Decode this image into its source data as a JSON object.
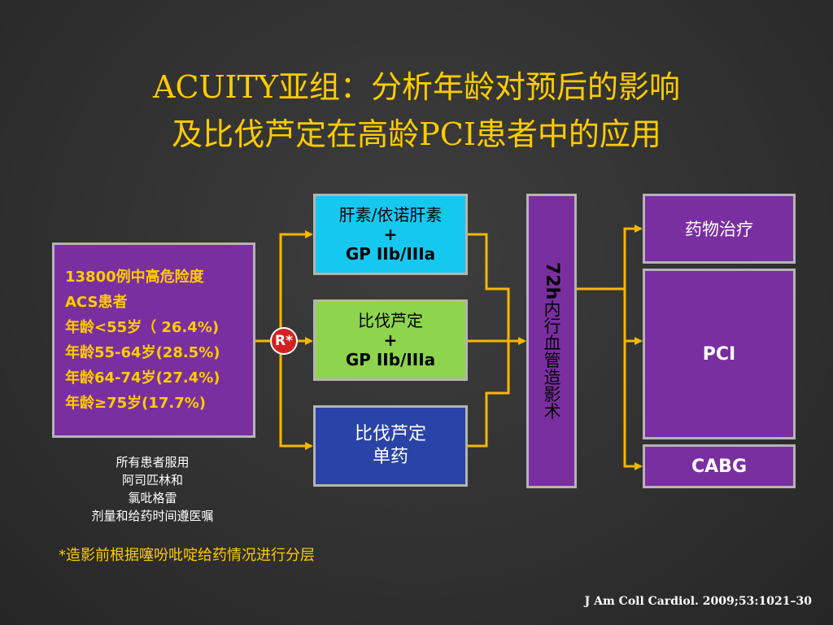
{
  "title": {
    "line1": "ACUITY亚组：分析年龄对预后的影响",
    "line2": "及比伐芦定在高龄PCI患者中的应用"
  },
  "patients": {
    "lines": [
      "13800例中高危险度",
      "ACS患者",
      "年龄<55岁（ 26.4%)",
      "年龄55-64岁(28.5%)",
      "年龄64-74岁(27.4%)",
      "年龄≥75岁(17.7%)"
    ]
  },
  "randomization": {
    "label": "R*"
  },
  "arms": [
    {
      "line1": "肝素/依诺肝素",
      "line2": "+",
      "line3": "GP IIb/IIIa"
    },
    {
      "line1": "比伐芦定",
      "line2": "+",
      "line3": "GP IIb/IIIa"
    },
    {
      "line1": "比伐芦定",
      "line2": "单药"
    }
  ],
  "angiography": {
    "bold_part": "72h",
    "rest": "内行血管造影术"
  },
  "outcomes": [
    "药物治疗",
    "PCI",
    "CABG"
  ],
  "note": {
    "lines": [
      "所有患者服用",
      "阿司匹林和",
      "氯吡格雷",
      "剂量和给药时间遵医嘱"
    ]
  },
  "footnote": "*造影前根据噻吩吡啶给药情况进行分层",
  "citation": "J Am Coll Cardiol. 2009;53:1021–30",
  "colors": {
    "title": "#ffcc00",
    "purple": "#7a2fa0",
    "arm1": "#16c8f0",
    "arm2": "#8ed44e",
    "arm3": "#2a43a8",
    "arrow": "#f5b800",
    "r_circle": "#d42020"
  }
}
